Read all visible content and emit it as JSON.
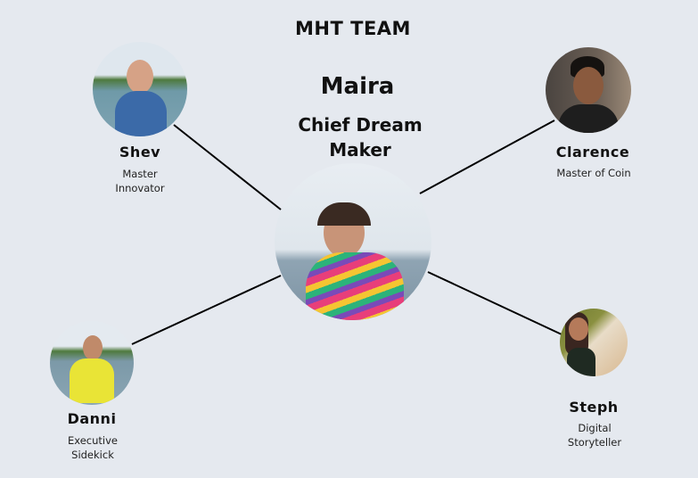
{
  "header": {
    "title": "MHT TEAM"
  },
  "leader": {
    "name": "Maira",
    "role_line1": "Chief Dream",
    "role_line2": "Maker"
  },
  "members": {
    "shev": {
      "name": "Shev",
      "role_line1": "Master",
      "role_line2": "Innovator"
    },
    "clarence": {
      "name": "Clarence",
      "role_line1": "Master of Coin"
    },
    "danni": {
      "name": "Danni",
      "role_line1": "Executive",
      "role_line2": "Sidekick"
    },
    "steph": {
      "name": "Steph",
      "role_line1": "Digital",
      "role_line2": "Storyteller"
    }
  }
}
